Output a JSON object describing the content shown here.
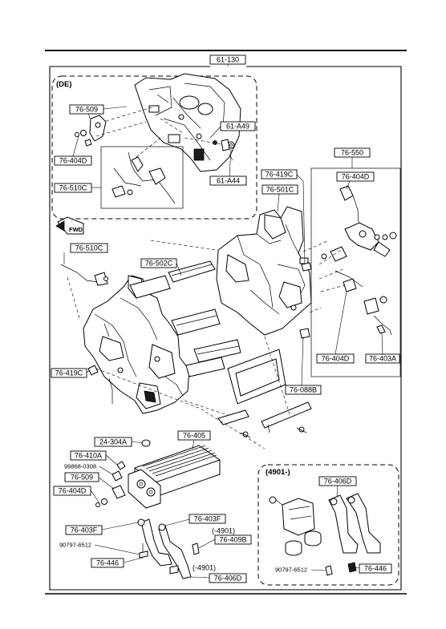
{
  "labels": {
    "main_group": "61-130",
    "de_variant": "(DE)",
    "l_76_509_de": "76-509",
    "l_61_a49": "61-A49",
    "l_76_404d_de": "76-404D",
    "l_76_510c_de": "76-510C",
    "l_61_a44": "61-A44",
    "l_76_550": "76-550",
    "l_76_404d_r1": "76-404D",
    "l_76_419c_top": "76-419C",
    "l_76_501c": "76-501C",
    "l_fwd": "FWD",
    "l_76_510c": "76-510C",
    "l_76_502c": "76-502C",
    "l_76_404d_r2": "76-404D",
    "l_76_403a": "76-403A",
    "l_76_419c_left": "76-419C",
    "l_76_088b": "76-088B",
    "l_24_304a": "24-304A",
    "l_76_405": "76-405",
    "l_76_410a": "76-410A",
    "l_99868": "99868-0308",
    "l_76_509": "76-509",
    "l_76_404d_bot": "76-404D",
    "l_76_403f_left": "76-403F",
    "l_76_403f_right": "76-403F",
    "l_4901_a": "(-4901)",
    "l_76_409b": "76-409B",
    "l_90797_left": "90797-6512",
    "l_76_446_left": "76-446",
    "l_4901_b": "(-4901)",
    "l_76_406d_bot": "76-406D",
    "l_4901_box": "(4901-)",
    "l_76_406d_box": "76-406D",
    "l_90797_right": "90797-6512",
    "l_76_446_right": "76-446"
  }
}
